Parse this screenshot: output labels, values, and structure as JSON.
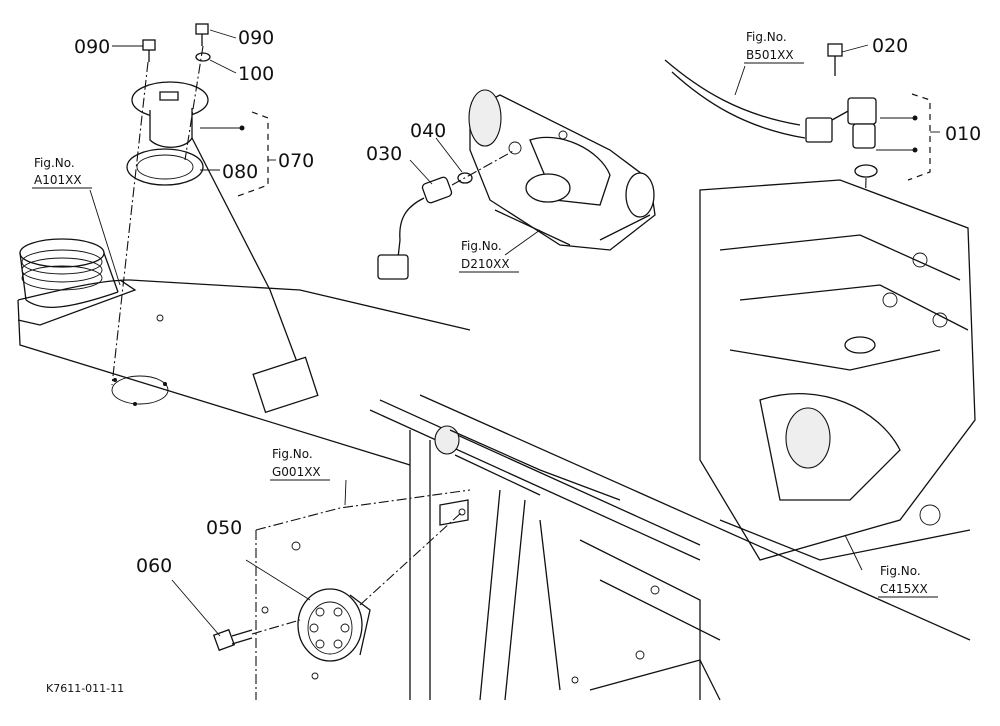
{
  "diagram_code": "K7611-011-11",
  "parts": [
    {
      "id": "p010",
      "label": "010"
    },
    {
      "id": "p020",
      "label": "020"
    },
    {
      "id": "p030",
      "label": "030"
    },
    {
      "id": "p040",
      "label": "040"
    },
    {
      "id": "p050",
      "label": "050"
    },
    {
      "id": "p060",
      "label": "060"
    },
    {
      "id": "p070",
      "label": "070"
    },
    {
      "id": "p080",
      "label": "080"
    },
    {
      "id": "p090a",
      "label": "090"
    },
    {
      "id": "p090b",
      "label": "090"
    },
    {
      "id": "p100",
      "label": "100"
    }
  ],
  "figure_refs": [
    {
      "title": "Fig.No.",
      "code": "A101XX"
    },
    {
      "title": "Fig.No.",
      "code": "B501XX"
    },
    {
      "title": "Fig.No.",
      "code": "D210XX"
    },
    {
      "title": "Fig.No.",
      "code": "G001XX"
    },
    {
      "title": "Fig.No.",
      "code": "C415XX"
    }
  ]
}
